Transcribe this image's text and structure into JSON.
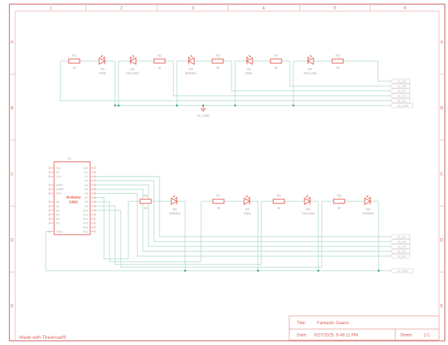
{
  "frame": {
    "columns": [
      "1",
      "2",
      "3",
      "4",
      "5",
      "6"
    ],
    "rows": [
      "A",
      "B",
      "C",
      "D",
      "E"
    ]
  },
  "footer": {
    "credit": "Made with Tinkercad®"
  },
  "title_block": {
    "title_label": "Title:",
    "title": "Fantastic Gaaris",
    "date_label": "Date:",
    "date": "6/27/2025, 9:48:11 PM",
    "sheet_label": "Sheet:",
    "sheet": "1/1"
  },
  "arduino": {
    "ref": "U1",
    "name_line1": "Arduino",
    "name_line2": "UNO",
    "left_pins": [
      "VIN",
      "5V",
      "3.3V",
      "AREF",
      "IOREF",
      "RES",
      "A0",
      "A1",
      "A2",
      "A3",
      "A4",
      "A5",
      "GND"
    ],
    "right_pins": [
      "RX0",
      "TX1",
      "D2",
      "D3",
      "D4",
      "D5",
      "D6",
      "D7",
      "D8",
      "D9",
      "D10",
      "D11",
      "D12",
      "D13",
      "SDA",
      "SCL"
    ]
  },
  "resistors": [
    {
      "ref": "R1",
      "value": "1k"
    },
    {
      "ref": "R2",
      "value": "1k"
    },
    {
      "ref": "R3",
      "value": "1k"
    },
    {
      "ref": "R4",
      "value": "1k"
    },
    {
      "ref": "R5",
      "value": "1k"
    },
    {
      "ref": "R6",
      "value": "1k"
    },
    {
      "ref": "R7",
      "value": "1k"
    },
    {
      "ref": "R8",
      "value": "1k"
    },
    {
      "ref": "R9",
      "value": "1k"
    }
  ],
  "leds": [
    {
      "ref": "D1",
      "color_name": "RED"
    },
    {
      "ref": "D2",
      "color_name": "YELLOW"
    },
    {
      "ref": "D3",
      "color_name": "GREEN"
    },
    {
      "ref": "D4",
      "color_name": "RED"
    },
    {
      "ref": "D5",
      "color_name": "YELLOW"
    },
    {
      "ref": "D6",
      "color_name": "GREEN"
    },
    {
      "ref": "D7",
      "color_name": "RED"
    },
    {
      "ref": "D8",
      "color_name": "YELLOW"
    },
    {
      "ref": "D9",
      "color_name": "GREEN"
    }
  ],
  "net_flags": {
    "top": [
      "U1_D6",
      "U1_D5",
      "U1_D4",
      "U1_D3",
      "U1_D2",
      "U1_GND"
    ],
    "bottom": [
      "U1_D2",
      "U1_D3",
      "U1_D4",
      "U1_D5",
      "U1_D6",
      "U1_GND"
    ]
  },
  "ground": {
    "label": "U1_GND"
  },
  "colors": {
    "frame_red": "#cf6a66",
    "component_red": "#e2574c",
    "wire_green": "#b5decf",
    "junction_green": "#3aa065",
    "label_gray": "#a9a19d",
    "title_red": "#d95f57"
  }
}
